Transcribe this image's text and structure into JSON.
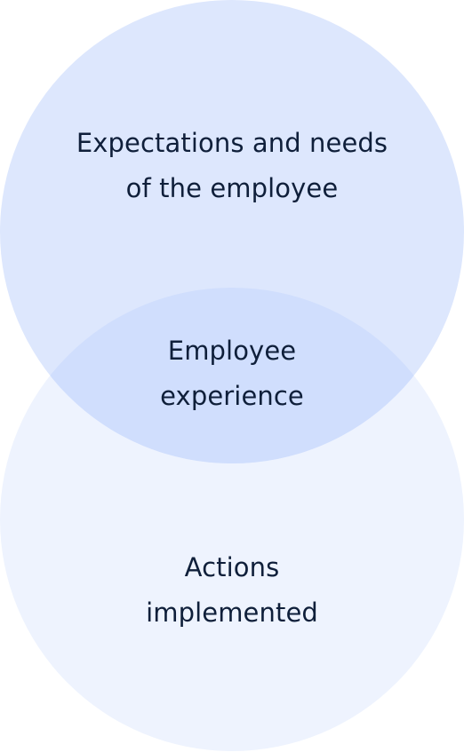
{
  "diagram": {
    "type": "venn",
    "circles": [
      {
        "id": "expectations",
        "lines": [
          "Expectations and needs",
          "of the employee"
        ],
        "fill": "#dde7fd"
      },
      {
        "id": "actions",
        "lines": [
          "Actions",
          "implemented"
        ],
        "fill": "#eef3fe"
      }
    ],
    "intersection": {
      "lines": [
        "Employee",
        "experience"
      ],
      "fill": "#d0defd"
    },
    "text_color": "#0f1f3a"
  }
}
